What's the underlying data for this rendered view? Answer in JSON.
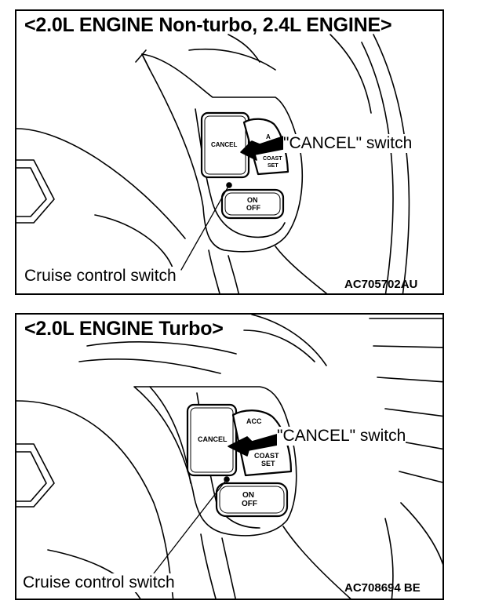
{
  "panels": [
    {
      "title": "<2.0L ENGINE Non-turbo, 2.4L ENGINE>",
      "callout": "\"CANCEL\" switch",
      "caption": "Cruise control switch",
      "code": "AC705702AU",
      "buttons": {
        "cancel": "CANCEL",
        "acc": "A",
        "coast": "COAST",
        "set": "SET",
        "on": "ON",
        "off": "OFF"
      }
    },
    {
      "title": "<2.0L ENGINE Turbo>",
      "callout": "\"CANCEL\" switch",
      "caption": "Cruise control switch",
      "code": "AC708694 BE",
      "buttons": {
        "cancel": "CANCEL",
        "acc": "ACC",
        "coast": "COAST",
        "set": "SET",
        "on": "ON",
        "off": "OFF"
      }
    }
  ]
}
